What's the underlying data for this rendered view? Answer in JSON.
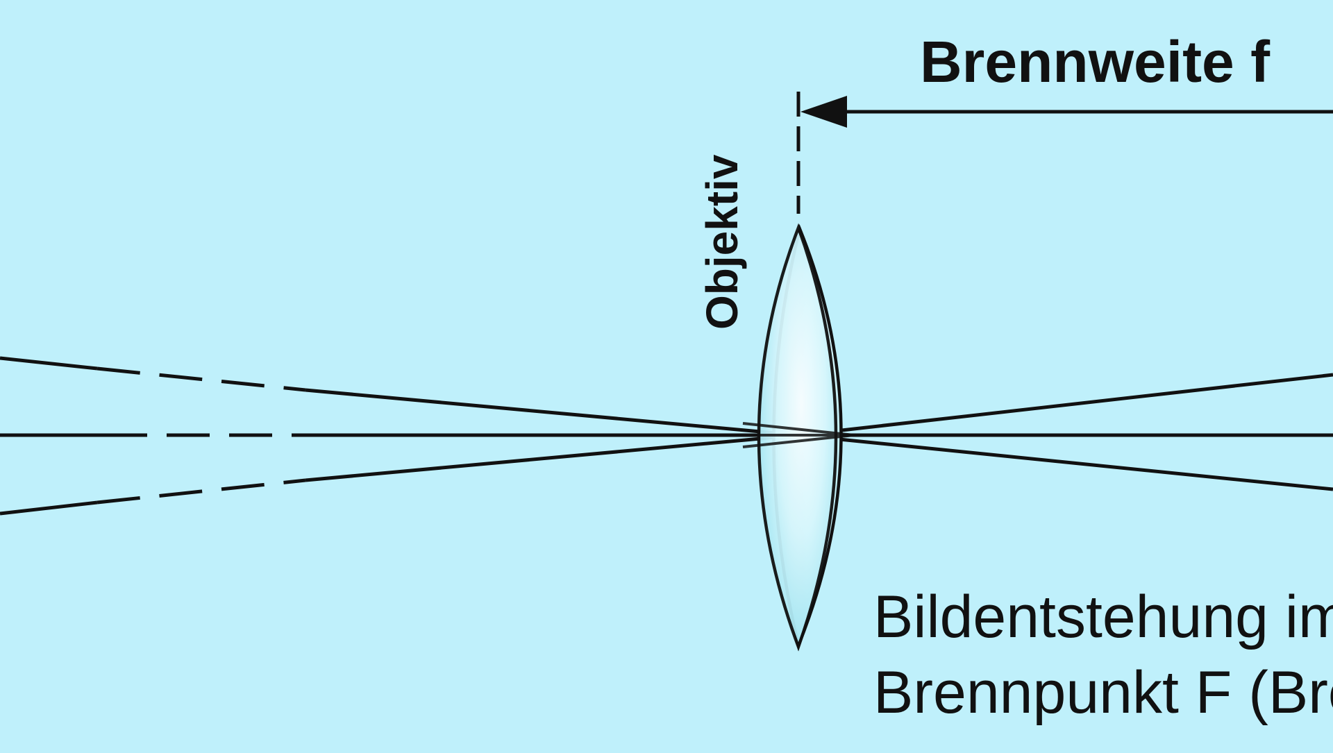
{
  "labels": {
    "focal_length": "Brennweite f",
    "lens": "Objektiv",
    "caption_line1": "Bildentstehung im",
    "caption_line2": "Brennpunkt F (Bre"
  },
  "colors": {
    "background": "#bff0fb",
    "lines": "#111111",
    "lens_glass_center": "#f2fcff",
    "lens_glass_edge": "#9fe6f3"
  },
  "icons": {
    "arrowhead": "arrowhead-left-icon"
  }
}
